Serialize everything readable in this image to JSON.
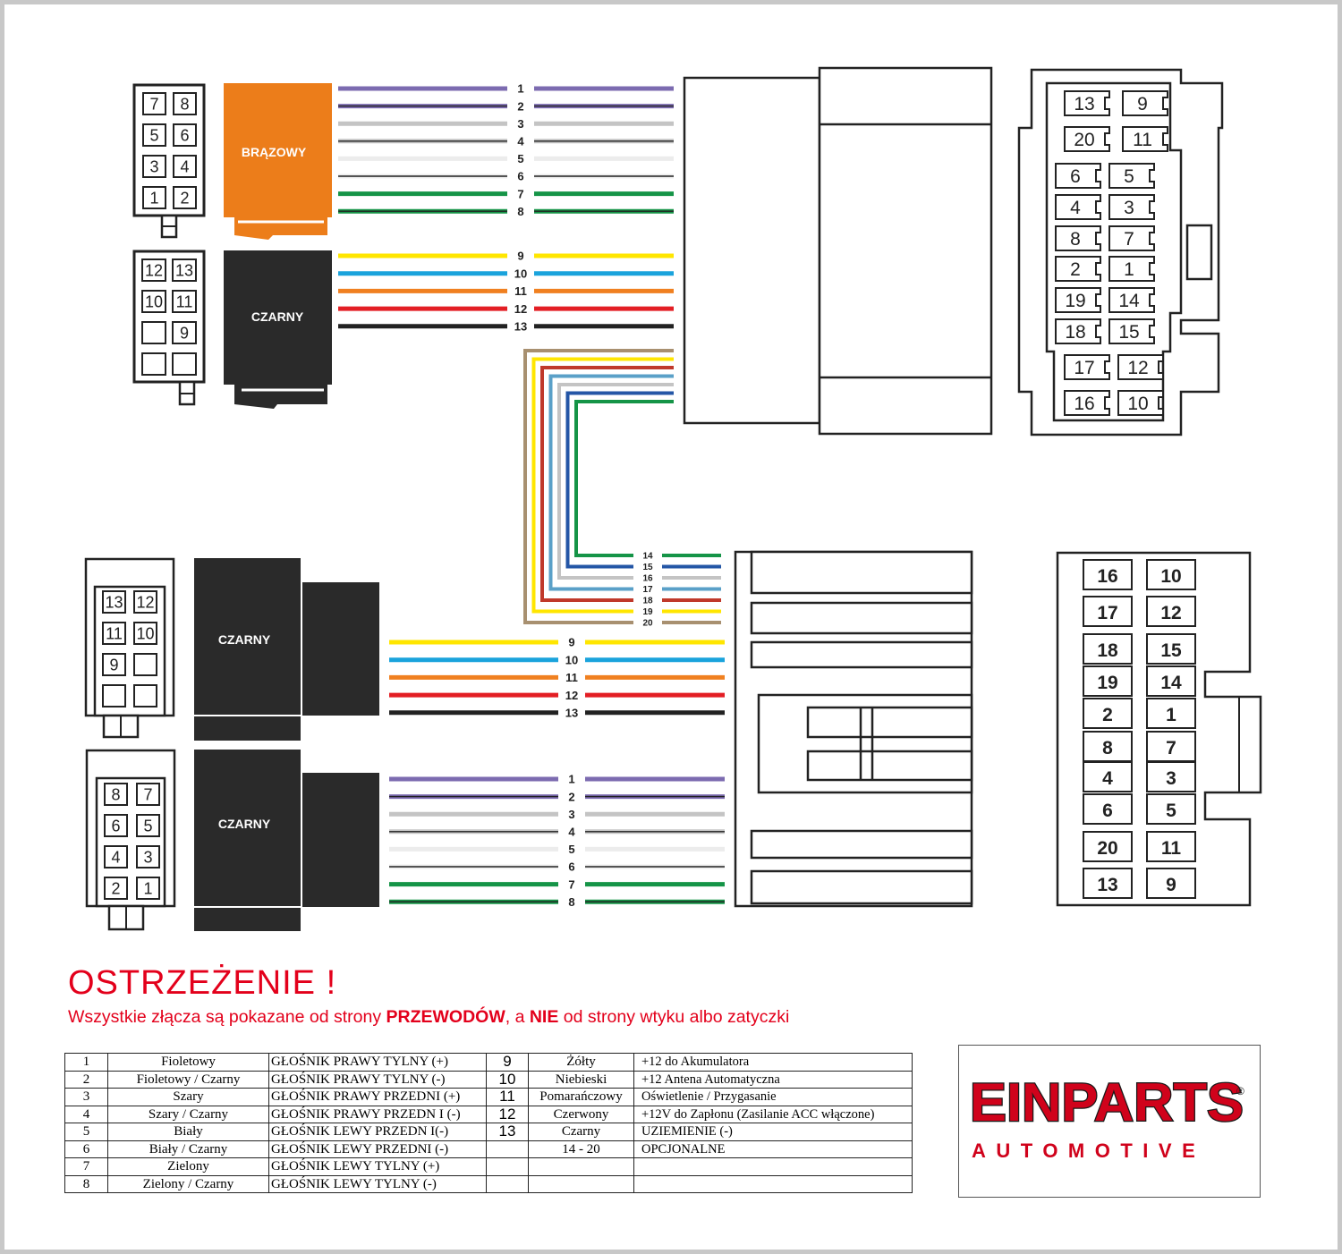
{
  "connectors": {
    "top_left_1": {
      "label": "BRĄZOWY",
      "pins": [
        "7",
        "8",
        "5",
        "6",
        "3",
        "4",
        "1",
        "2"
      ]
    },
    "top_left_2": {
      "label": "CZARNY",
      "pins": [
        "12",
        "13",
        "10",
        "11",
        "",
        "9",
        "",
        ""
      ]
    },
    "bottom_left_1": {
      "label": "CZARNY",
      "pins": [
        "13",
        "12",
        "11",
        "10",
        "9",
        "",
        "",
        ""
      ]
    },
    "bottom_left_2": {
      "label": "CZARNY",
      "pins": [
        "8",
        "7",
        "6",
        "5",
        "4",
        "3",
        "2",
        "1"
      ]
    },
    "top_right_pins": [
      "13",
      "9",
      "20",
      "11",
      "6",
      "5",
      "4",
      "3",
      "8",
      "7",
      "2",
      "1",
      "19",
      "14",
      "18",
      "15",
      "17",
      "12",
      "16",
      "10"
    ],
    "bottom_right_pins": [
      "16",
      "10",
      "17",
      "12",
      "18",
      "15",
      "19",
      "14",
      "2",
      "1",
      "8",
      "7",
      "4",
      "3",
      "6",
      "5",
      "20",
      "11",
      "13",
      "9"
    ]
  },
  "wires": {
    "speaker_numbers": [
      "1",
      "2",
      "3",
      "4",
      "5",
      "6",
      "7",
      "8"
    ],
    "power_numbers": [
      "9",
      "10",
      "11",
      "12",
      "13"
    ],
    "optional_numbers": [
      "14",
      "15",
      "16",
      "17",
      "18",
      "19",
      "20"
    ],
    "colors": {
      "1": {
        "main": "#7c6bb0"
      },
      "2": {
        "main": "#7c6bb0",
        "stripe": "#222222"
      },
      "3": {
        "main": "#c4c4c4"
      },
      "4": {
        "main": "#c4c4c4",
        "stripe": "#222222"
      },
      "5": {
        "main": "#ececec"
      },
      "6": {
        "main": "#ececec",
        "stripe": "#222222"
      },
      "7": {
        "main": "#159447"
      },
      "8": {
        "main": "#159447",
        "stripe": "#222222"
      },
      "9": {
        "main": "#ffe600"
      },
      "10": {
        "main": "#1aa3dc"
      },
      "11": {
        "main": "#f08020"
      },
      "12": {
        "main": "#e31e24"
      },
      "13": {
        "main": "#222222"
      },
      "14": {
        "main": "#159447"
      },
      "15": {
        "main": "#2456a6"
      },
      "16": {
        "main": "#c4c4c4"
      },
      "17": {
        "main": "#5aa0c8"
      },
      "18": {
        "main": "#c0392b"
      },
      "19": {
        "main": "#ffe600"
      },
      "20": {
        "main": "#a89070"
      }
    }
  },
  "warning": {
    "title": "OSTRZEŻENIE !",
    "text_1": "Wszystkie złącza są pokazane od strony ",
    "text_bold_1": "PRZEWODÓW",
    "text_2": ", a ",
    "text_bold_2": "NIE",
    "text_3": " od strony wtyku albo zatyczki"
  },
  "legend": {
    "rows": [
      {
        "no": "1",
        "color": "Fioletowy",
        "function": "GŁOŚNIK PRAWY TYLNY (+)",
        "no2": "9",
        "color2": "Żółty",
        "function2": "+12 do Akumulatora"
      },
      {
        "no": "2",
        "color": "Fioletowy / Czarny",
        "function": "GŁOŚNIK PRAWY TYLNY  (-)",
        "no2": "10",
        "color2": "Niebieski",
        "function2": "+12 Antena Automatyczna"
      },
      {
        "no": "3",
        "color": "Szary",
        "function": "GŁOŚNIK PRAWY PRZEDNI (+)",
        "no2": "11",
        "color2": "Pomarańczowy",
        "function2": "Oświetlenie / Przygasanie"
      },
      {
        "no": "4",
        "color": "Szary / Czarny",
        "function": "GŁOŚNIK PRAWY PRZEDN I (-)",
        "no2": "12",
        "color2": "Czerwony",
        "function2": "+12V do Zapłonu (Zasilanie ACC włączone)"
      },
      {
        "no": "5",
        "color": "Biały",
        "function": "GŁOŚNIK LEWY PRZEDN I(-)",
        "no2": "13",
        "color2": "Czarny",
        "function2": "UZIEMIENIE (-)"
      },
      {
        "no": "6",
        "color": "Biały / Czarny",
        "function": "GŁOŚNIK LEWY PRZEDNI (-)",
        "no2": "",
        "color2": "14 - 20",
        "function2": "OPCJONALNE"
      },
      {
        "no": "7",
        "color": "Zielony",
        "function": "GŁOŚNIK LEWY TYLNY (+)",
        "no2": "",
        "color2": "",
        "function2": ""
      },
      {
        "no": "8",
        "color": "Zielony / Czarny",
        "function": "GŁOŚNIK LEWY TYLNY (-)",
        "no2": "",
        "color2": "",
        "function2": ""
      }
    ]
  },
  "logo": {
    "main": "EINPARTS",
    "sub": "AUTOMOTIVE",
    "registered": "®",
    "color": "#d0021b"
  }
}
